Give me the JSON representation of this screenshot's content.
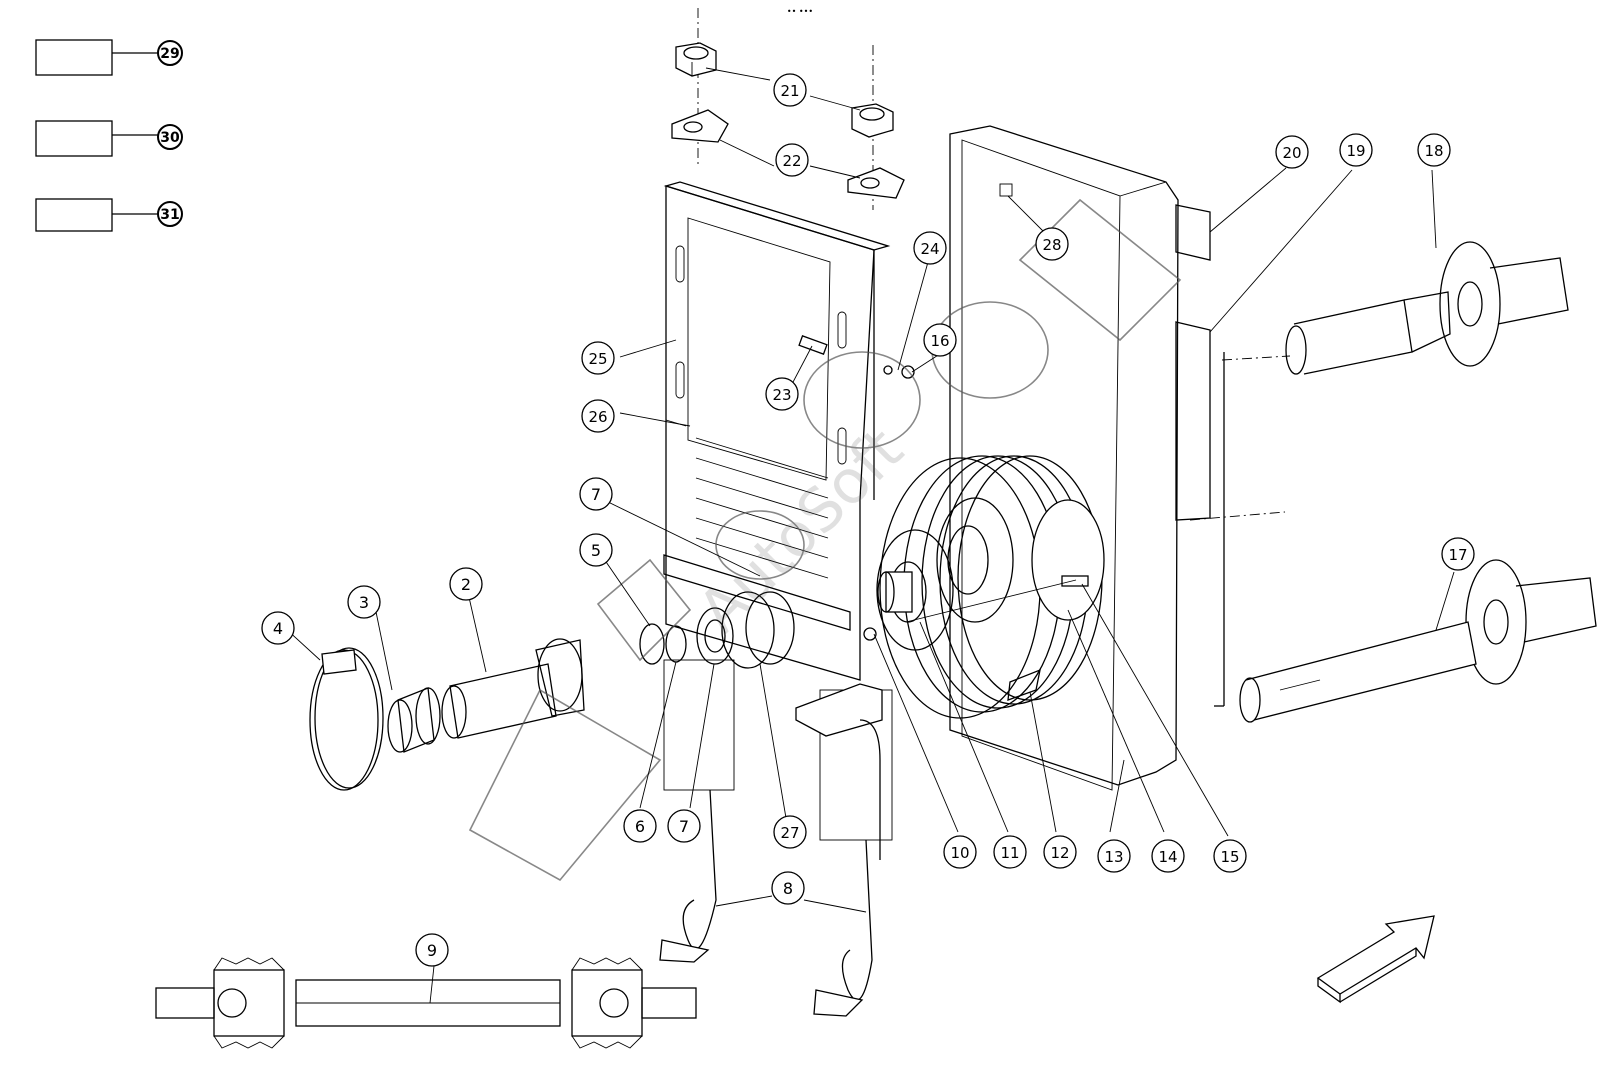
{
  "header": {
    "mark": "•• •••"
  },
  "legend_boxes": [
    {
      "number": "29"
    },
    {
      "number": "30"
    },
    {
      "number": "31"
    }
  ],
  "callouts": [
    "2",
    "3",
    "4",
    "5",
    "6",
    "7",
    "7",
    "8",
    "9",
    "10",
    "11",
    "12",
    "13",
    "14",
    "15",
    "16",
    "17",
    "18",
    "19",
    "20",
    "21",
    "22",
    "23",
    "24",
    "25",
    "26",
    "27",
    "28"
  ],
  "watermark": "AutoSoft",
  "icons": {
    "direction": "arrow-icon"
  }
}
